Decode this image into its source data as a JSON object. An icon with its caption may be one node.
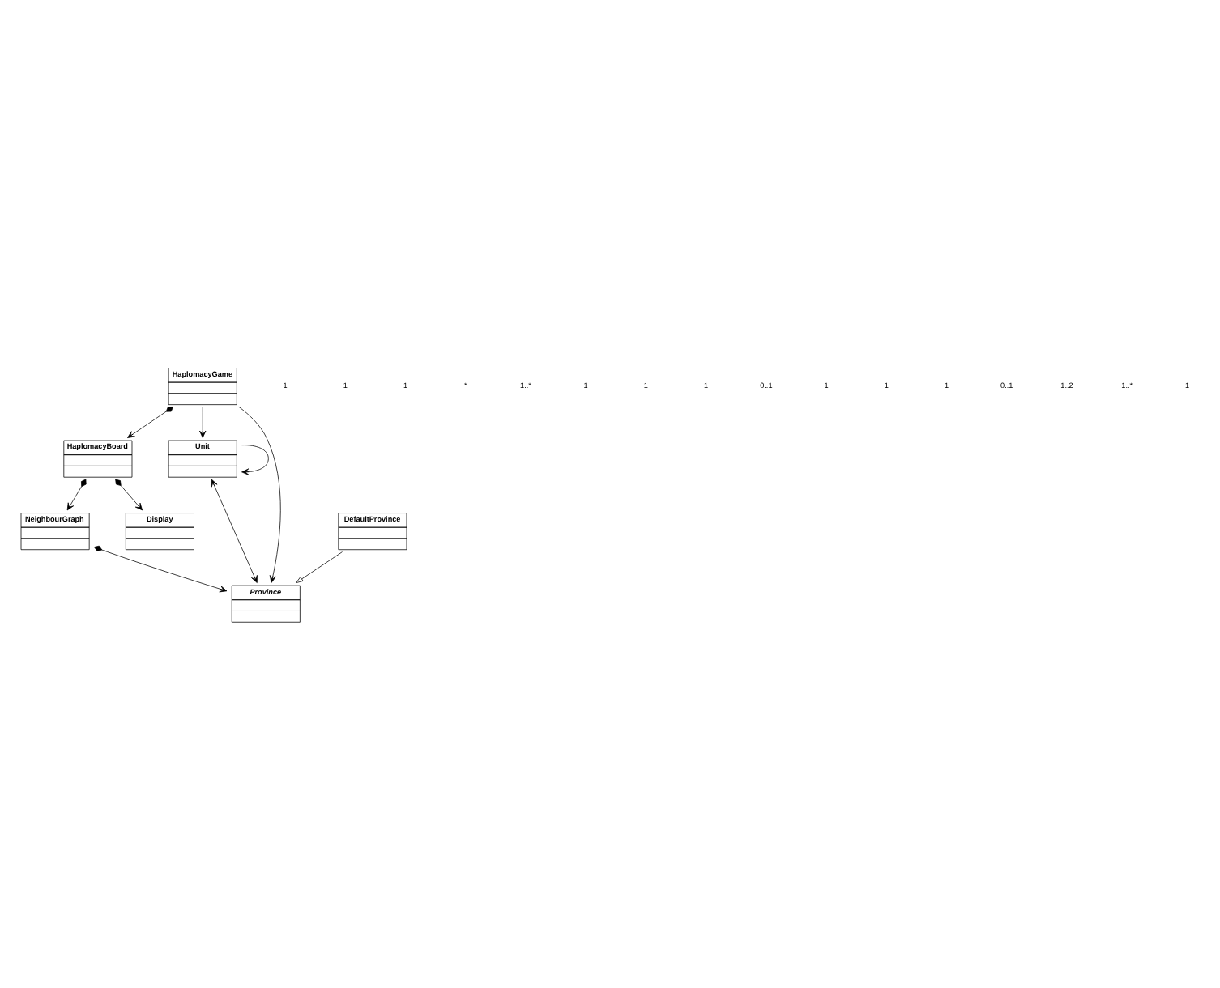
{
  "diagram": {
    "nodes": [
      {
        "text": [
          "HaplomacyGame"
        ]
      },
      {
        "text": [
          "HaplomacyBoard"
        ]
      },
      {
        "text": [
          "Unit"
        ]
      },
      {
        "text": [
          "NeighbourGraph"
        ]
      },
      {
        "text": [
          "Display"
        ]
      },
      {
        "text": [
          "Province"
        ]
      },
      {
        "text": [
          "DefaultProvince"
        ]
      }
    ],
    "edges": [
      {
        "from": 0,
        "to": 2,
        "arrow": "to"
      },
      {
        "from": 2,
        "to": 2,
        "arrow": "to"
      },
      {
        "from": 0,
        "to": 5,
        "arrow": "to"
      },
      {
        "from": 0,
        "to": 1,
        "arrow": "to"
      },
      {
        "from": 1,
        "to": 3,
        "arrow": "to"
      },
      {
        "from": 2,
        "to": 5,
        "arrow": "both"
      },
      {
        "from": 3,
        "to": 5,
        "arrow": "to"
      },
      {
        "from": 1,
        "to": 4,
        "arrow": "to"
      },
      {
        "from": 6,
        "to": 5,
        "arrow": "to"
      }
    ],
    "labels": [
      "1",
      "1",
      "1",
      "*",
      "1..*",
      "1",
      "1",
      "1",
      "0..1",
      "1",
      "1",
      "1",
      "0..1",
      "1..2",
      "1..*",
      "1"
    ]
  }
}
